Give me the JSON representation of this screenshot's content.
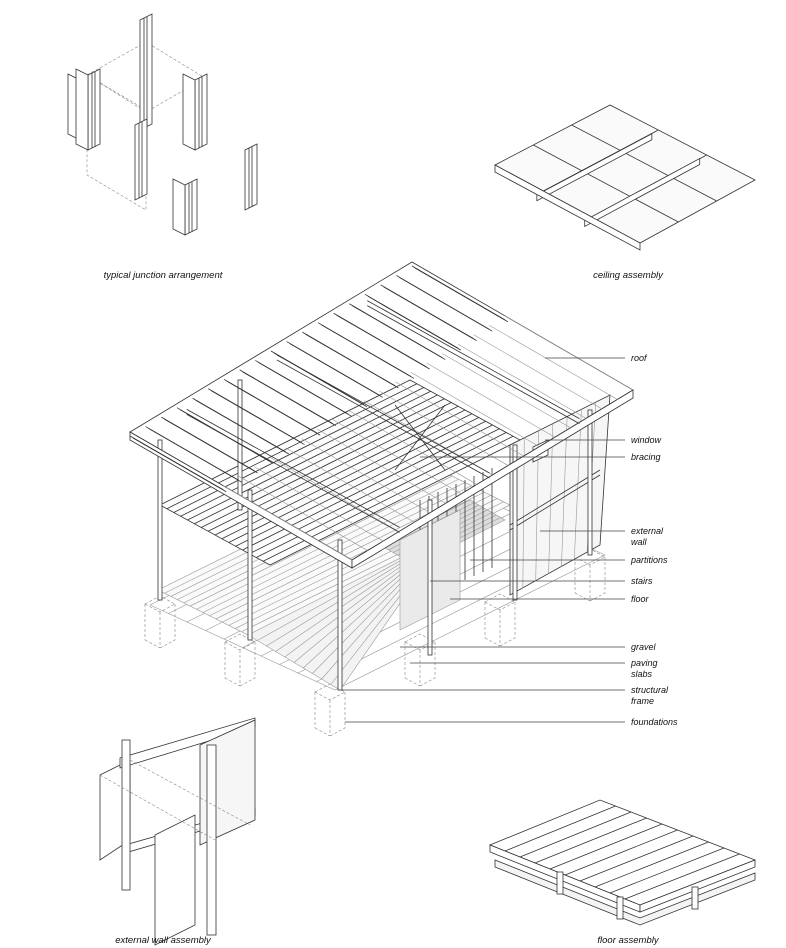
{
  "captions": {
    "junction": "typical junction arrangement",
    "ceiling": "ceiling assembly",
    "external_wall": "external wall assembly",
    "floor": "floor assembly"
  },
  "labels": [
    {
      "id": "roof",
      "lines": [
        "roof"
      ]
    },
    {
      "id": "window",
      "lines": [
        "window"
      ]
    },
    {
      "id": "bracing",
      "lines": [
        "bracing"
      ]
    },
    {
      "id": "external-wall",
      "lines": [
        "external",
        "wall"
      ]
    },
    {
      "id": "partitions",
      "lines": [
        "partitions"
      ]
    },
    {
      "id": "stairs",
      "lines": [
        "stairs"
      ]
    },
    {
      "id": "floor",
      "lines": [
        "floor"
      ]
    },
    {
      "id": "gravel",
      "lines": [
        "gravel"
      ]
    },
    {
      "id": "paving-slabs",
      "lines": [
        "paving",
        "slabs"
      ]
    },
    {
      "id": "structural-frame",
      "lines": [
        "structural",
        "frame"
      ]
    },
    {
      "id": "foundations",
      "lines": [
        "foundations"
      ]
    }
  ]
}
